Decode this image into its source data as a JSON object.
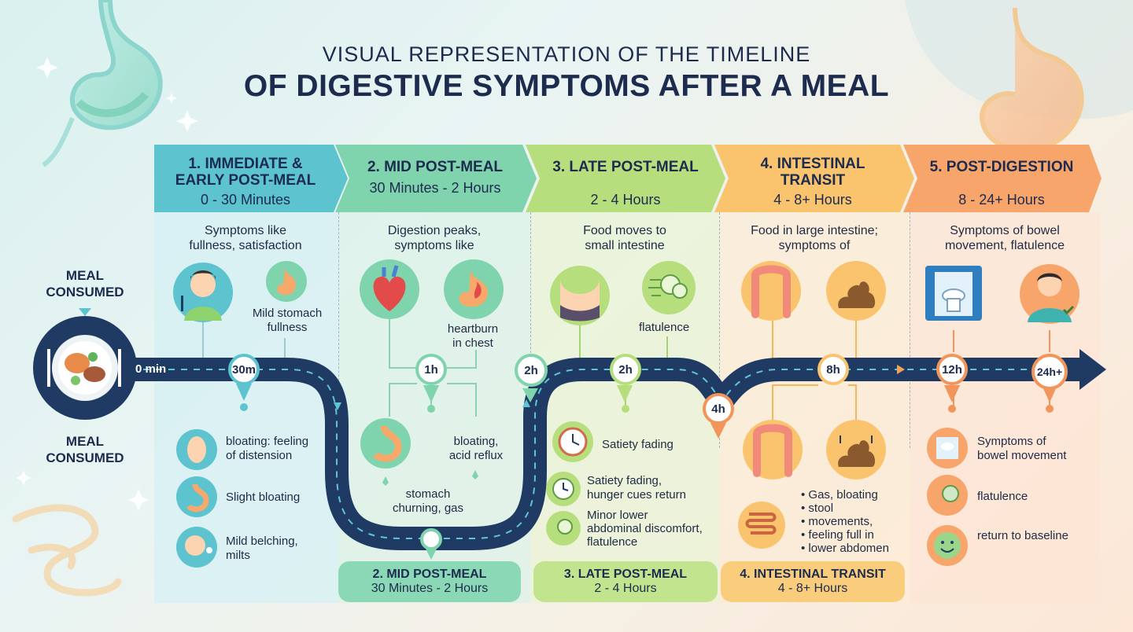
{
  "title": {
    "line1": "VISUAL REPRESENTATION OF THE TIMELINE",
    "line2": "OF DIGESTIVE SYMPTOMS AFTER A MEAL"
  },
  "meal": {
    "top_label_1": "MEAL",
    "top_label_2": "CONSUMED",
    "bottom_label_1": "MEAL",
    "bottom_label_2": "CONSUMED",
    "start_time": "0 min"
  },
  "phases": [
    {
      "title_1": "1. IMMEDIATE &",
      "title_2": "EARLY POST-MEAL",
      "range": "0 - 30 Minutes",
      "color": "#5cc3cf",
      "desc_1": "Symptoms like",
      "desc_2": "fullness, satisfaction"
    },
    {
      "title_1": "2. MID POST-MEAL",
      "range": "30 Minutes - 2 Hours",
      "color": "#7fd3ad",
      "desc_1": "Digestion peaks,",
      "desc_2": "symptoms like"
    },
    {
      "title_1": "3. LATE POST-MEAL",
      "range": "2 - 4 Hours",
      "color": "#b6de7d",
      "desc_1": "Food moves to",
      "desc_2": "small intestine"
    },
    {
      "title_1": "4. INTESTINAL",
      "title_2": "TRANSIT",
      "range": "4 - 8+ Hours",
      "color": "#f9c46d",
      "desc_1": "Food in large intestine;",
      "desc_2": "symptoms of"
    },
    {
      "title_1": "5. POST-DIGESTION",
      "range": "8 - 24+ Hours",
      "color": "#f7a56b",
      "desc_1": "Symptoms of bowel",
      "desc_2": "movement, flatulence"
    }
  ],
  "markers": [
    "30m",
    "1h",
    "2h",
    "2h",
    "4h",
    "8h",
    "12h",
    "24h+"
  ],
  "labels": {
    "p1_top_1": "Mild stomach",
    "p1_top_2": "fullness",
    "p1_b1_1": "bloating: feeling",
    "p1_b1_2": "of distension",
    "p1_b2": "Slight bloating",
    "p1_b3_1": "Mild belching,",
    "p1_b3_2": "milts",
    "p2_top_1": "heartburn",
    "p2_top_2": "in chest",
    "p2_b1_1": "bloating,",
    "p2_b1_2": "acid reflux",
    "p2_b2_1": "stomach",
    "p2_b2_2": "churning, gas",
    "p3_top": "flatulence",
    "p3_b1": "Satiety fading",
    "p3_b2_1": "Satiety fading,",
    "p3_b2_2": "hunger cues return",
    "p3_b3_1": "Minor lower",
    "p3_b3_2": "abdominal discomfort,",
    "p3_b3_3": "flatulence",
    "p4_list": [
      "Gas, bloating",
      "stool",
      "movements,",
      "feeling full in",
      "lower abdomen"
    ],
    "p5_b1_1": "Symptoms of",
    "p5_b1_2": "bowel movement",
    "p5_b2": "flatulence",
    "p5_b3": "return to baseline"
  },
  "bottom_labels": [
    {
      "title": "2. MID POST-MEAL",
      "range": "30 Minutes - 2 Hours",
      "color": "#8ad8b6"
    },
    {
      "title": "3. LATE POST-MEAL",
      "range": "2 - 4 Hours",
      "color": "#c2e48e"
    },
    {
      "title": "4. INTESTINAL TRANSIT",
      "range": "4 - 8+ Hours",
      "color": "#f9cd7c"
    }
  ],
  "colors": {
    "road": "#1f3b63",
    "road_dash": "#5fc4d6",
    "navy": "#1d2b4f"
  },
  "icons": [
    "stomach-icon",
    "person-eating-icon",
    "heart-icon",
    "heartburn-stomach-icon",
    "abdomen-icon",
    "gas-cloud-icon",
    "colon-icon",
    "stool-icon",
    "toilet-icon",
    "happy-person-icon",
    "clock-icon",
    "smiley-icon",
    "meal-plate-icon"
  ]
}
